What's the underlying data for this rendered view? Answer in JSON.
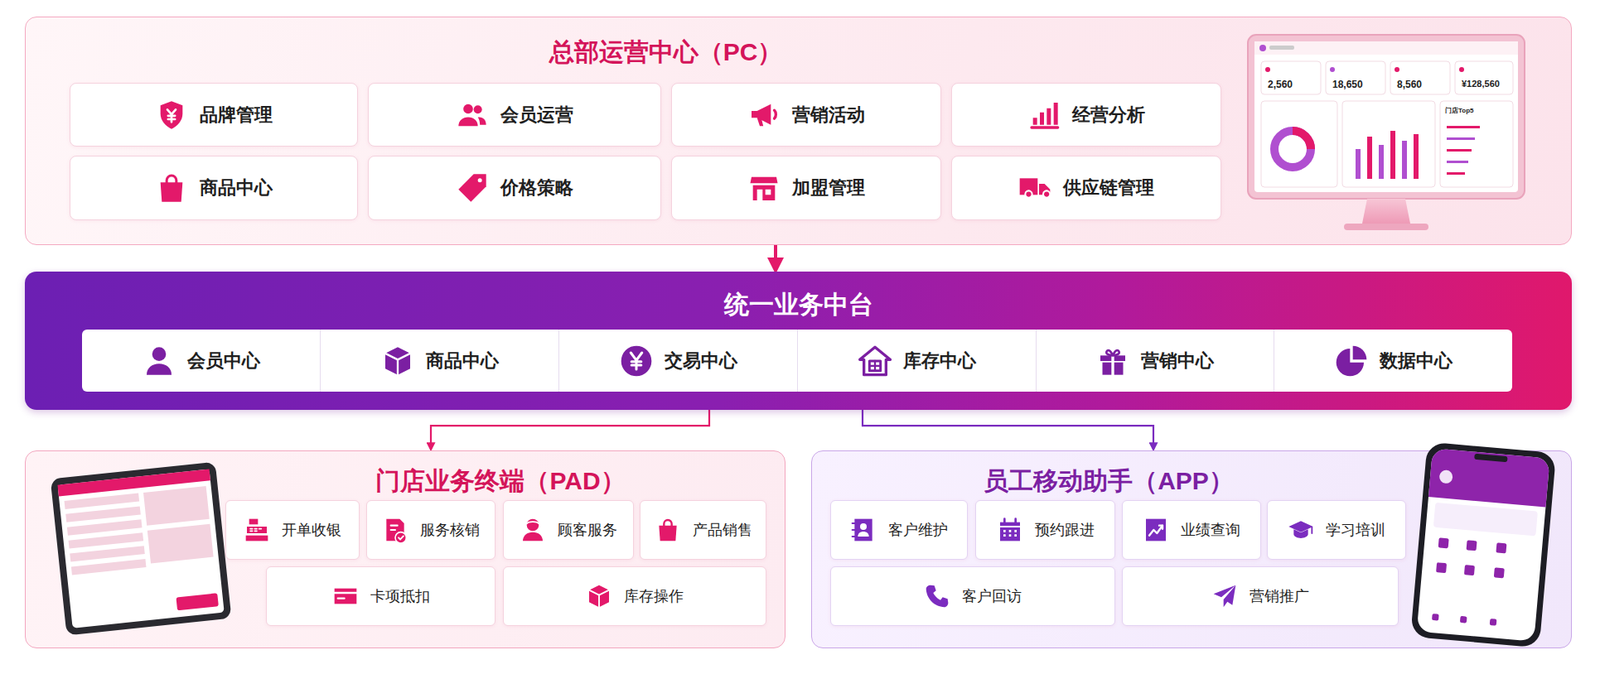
{
  "diagram": {
    "nodes": [
      {
        "text": [
          "总部运营中心（PC）"
        ]
      },
      {
        "text": [
          "品牌管理"
        ],
        "in": 0
      },
      {
        "text": [
          "会员运营"
        ],
        "in": 0
      },
      {
        "text": [
          "营销活动"
        ],
        "in": 0
      },
      {
        "text": [
          "经营分析"
        ],
        "in": 0
      },
      {
        "text": [
          "商品中心"
        ],
        "in": 0
      },
      {
        "text": [
          "价格策略"
        ],
        "in": 0
      },
      {
        "text": [
          "加盟管理"
        ],
        "in": 0
      },
      {
        "text": [
          "供应链管理"
        ],
        "in": 0
      },
      {
        "text": [
          "统一业务中台"
        ]
      },
      {
        "text": [
          "会员中心"
        ],
        "in": 9
      },
      {
        "text": [
          "商品中心"
        ],
        "in": 9
      },
      {
        "text": [
          "交易中心"
        ],
        "in": 9
      },
      {
        "text": [
          "库存中心"
        ],
        "in": 9
      },
      {
        "text": [
          "营销中心"
        ],
        "in": 9
      },
      {
        "text": [
          "数据中心"
        ],
        "in": 9
      },
      {
        "text": [
          "门店业务终端（PAD）"
        ]
      },
      {
        "text": [
          "开单收银"
        ],
        "in": 16
      },
      {
        "text": [
          "服务核销"
        ],
        "in": 16
      },
      {
        "text": [
          "顾客服务"
        ],
        "in": 16
      },
      {
        "text": [
          "产品销售"
        ],
        "in": 16
      },
      {
        "text": [
          "卡项抵扣"
        ],
        "in": 16
      },
      {
        "text": [
          "库存操作"
        ],
        "in": 16
      },
      {
        "text": [
          "员工移动助手（APP）"
        ]
      },
      {
        "text": [
          "客户维护"
        ],
        "in": 23
      },
      {
        "text": [
          "预约跟进"
        ],
        "in": 23
      },
      {
        "text": [
          "业绩查询"
        ],
        "in": 23
      },
      {
        "text": [
          "学习培训"
        ],
        "in": 23
      },
      {
        "text": [
          "客户回访"
        ],
        "in": 23
      },
      {
        "text": [
          "营销推广"
        ],
        "in": 23
      }
    ],
    "edges": [
      {
        "from": 0,
        "to": 9,
        "arrow": "to"
      },
      {
        "from": 9,
        "to": 16,
        "arrow": "to"
      },
      {
        "from": 9,
        "to": 23,
        "arrow": "to"
      }
    ],
    "labels": [
      "2,560",
      "18,650",
      "8,560",
      "¥128,560",
      "门店Top5"
    ]
  }
}
